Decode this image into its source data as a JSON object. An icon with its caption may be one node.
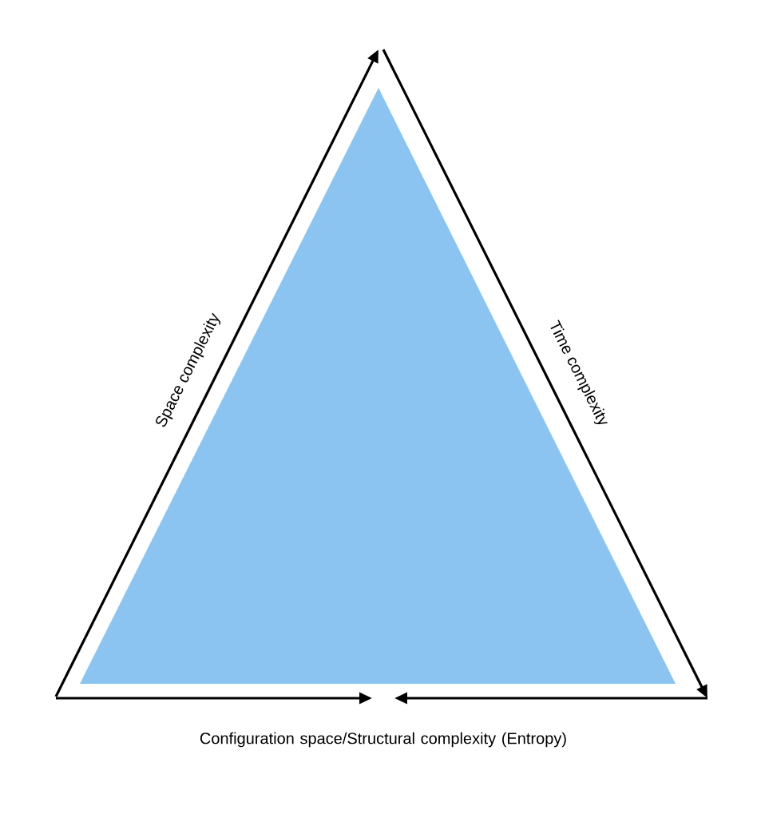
{
  "diagram": {
    "labels": [
      "Space complexity",
      "Time complexity",
      "Configuration space/Structural complexity (Entropy)"
    ]
  }
}
